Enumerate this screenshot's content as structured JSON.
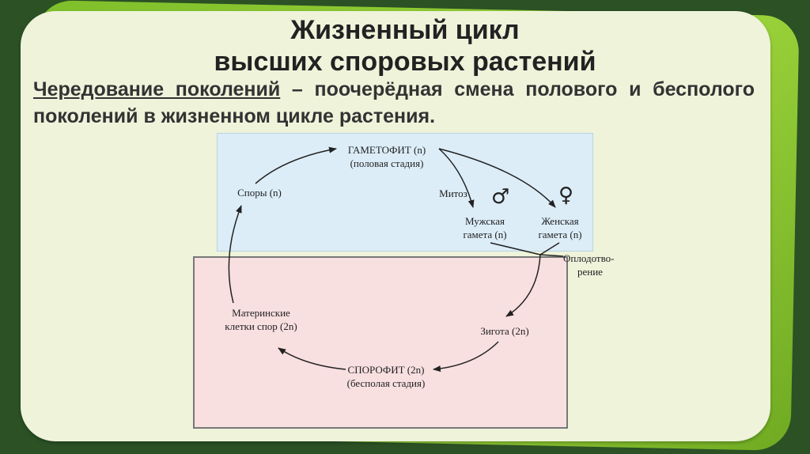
{
  "title": {
    "line1": "Жизненный цикл",
    "line2": "высших споровых растений"
  },
  "definition": {
    "term": "Чередование поколений",
    "text": " – поочерёдная смена полового и бесполого поколений в жизненном цикле растения."
  },
  "diagram": {
    "gametophyte": {
      "name": "ГАМЕТОФИТ (n)",
      "stage": "(половая стадия)"
    },
    "spores": "Споры (n)",
    "mitosis": "Митоз",
    "male_gamete": {
      "line1": "Мужская",
      "line2": "гамета (n)"
    },
    "female_gamete": {
      "line1": "Женская",
      "line2": "гамета (n)"
    },
    "fertilization": {
      "line1": "Оплодотво-",
      "line2": "рение"
    },
    "zygote": "Зигота (2n)",
    "sporophyte": {
      "name": "СПОРОФИТ (2n)",
      "stage": "(бесполая стадия)"
    },
    "mother_cells": {
      "line1": "Материнские",
      "line2": "клетки спор (2n)"
    },
    "male_symbol": "♂",
    "female_symbol": "♀",
    "colors": {
      "haploid_panel": "#dcedf8",
      "diploid_panel": "#f8dfe0"
    }
  }
}
